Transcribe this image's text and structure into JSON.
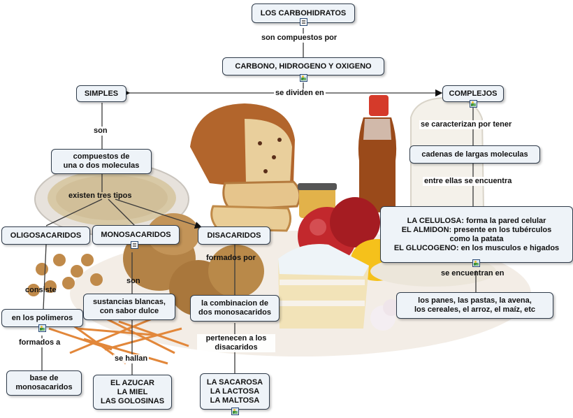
{
  "map": {
    "root": "LOS CARBOHIDRATOS",
    "link_composed": "son compuestos por",
    "elements": "CARBONO, HIDROGENO Y OXIGENO",
    "link_divided": "se dividen en",
    "simples": "SIMPLES",
    "complejos": "COMPLEJOS",
    "link_son": "son",
    "simples_def": [
      "compuestos de",
      "una o dos moleculas"
    ],
    "link_three": "existen tres tipos",
    "oligo": "OLIGOSACARIDOS",
    "mono": "MONOSACARIDOS",
    "di": "DISACARIDOS",
    "link_consiste": "consiste",
    "polimeros": "en los polimeros",
    "link_formados_a": "formados a",
    "base": [
      "base de",
      "monosacaridos"
    ],
    "link_son2": "son",
    "mono_def": [
      "sustancias blancas,",
      "con sabor dulce"
    ],
    "link_hallan": "se hallan",
    "mono_ex": [
      "EL AZUCAR",
      "LA MIEL",
      "LAS GOLOSINAS"
    ],
    "link_formados_por": "formados por",
    "di_def": [
      "la combinacion de",
      "dos monosacaridos"
    ],
    "link_pertenecen": [
      "pertenecen a los",
      "disacaridos"
    ],
    "di_ex": [
      "LA SACAROSA",
      "LA LACTOSA",
      "LA MALTOSA"
    ],
    "link_caracterizan": "se caracterizan por tener",
    "cadenas": "cadenas de largas moleculas",
    "link_entre": "entre ellas se encuentra",
    "complex_list": [
      "LA CELULOSA: forma la pared celular",
      "EL ALMIDON: presente en los tubérculos",
      "como la patata",
      "EL GLUCOGENO: en los musculos e higados"
    ],
    "link_encuentran": "se encuentran en",
    "foods": [
      "los panes, las pastas, la avena,",
      "los  cereales, el arroz, el maíz, etc"
    ]
  },
  "colors": {
    "node_fill": "#eef3f8",
    "node_border": "#2f3b4a",
    "line": "#3a3a3a"
  },
  "icons": [
    "document-icon",
    "image-icon"
  ],
  "background_picture": "food-collage"
}
